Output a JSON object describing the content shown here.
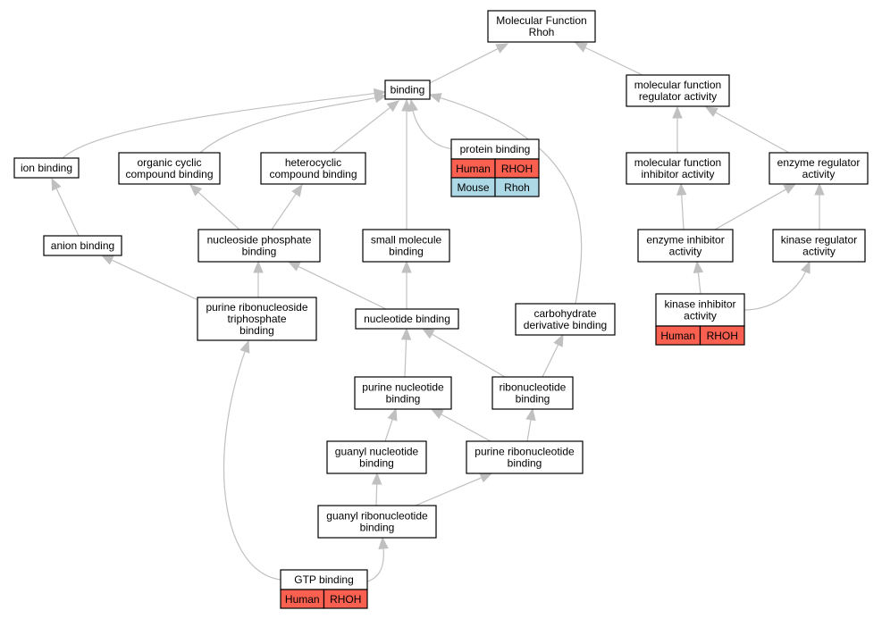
{
  "colors": {
    "human": "#f96050",
    "mouse": "#add8e6",
    "edge": "#c0c0c0"
  },
  "nodes": {
    "mf_root": {
      "lines": [
        "Molecular Function",
        "Rhoh"
      ]
    },
    "binding": {
      "lines": [
        "binding"
      ]
    },
    "mf_regulator": {
      "lines": [
        "molecular function",
        "regulator activity"
      ]
    },
    "ion_binding": {
      "lines": [
        "ion binding"
      ]
    },
    "organic_cyclic": {
      "lines": [
        "organic cyclic",
        "compound binding"
      ]
    },
    "heterocyclic": {
      "lines": [
        "heterocyclic",
        "compound binding"
      ]
    },
    "protein_binding": {
      "lines": [
        "protein binding"
      ],
      "rows": [
        {
          "species": "Human",
          "gene": "RHOH",
          "color": "human"
        },
        {
          "species": "Mouse",
          "gene": "Rhoh",
          "color": "mouse"
        }
      ]
    },
    "mf_inhibitor": {
      "lines": [
        "molecular function",
        "inhibitor activity"
      ]
    },
    "enzyme_regulator": {
      "lines": [
        "enzyme regulator",
        "activity"
      ]
    },
    "anion_binding": {
      "lines": [
        "anion binding"
      ]
    },
    "nucleoside_phosphate": {
      "lines": [
        "nucleoside phosphate",
        "binding"
      ]
    },
    "small_molecule": {
      "lines": [
        "small molecule",
        "binding"
      ]
    },
    "enzyme_inhibitor": {
      "lines": [
        "enzyme inhibitor",
        "activity"
      ]
    },
    "kinase_regulator": {
      "lines": [
        "kinase regulator",
        "activity"
      ]
    },
    "purine_ribonucleoside_tp": {
      "lines": [
        "purine ribonucleoside",
        "triphosphate",
        "binding"
      ]
    },
    "nucleotide_binding": {
      "lines": [
        "nucleotide binding"
      ]
    },
    "carbohydrate_derivative": {
      "lines": [
        "carbohydrate",
        "derivative binding"
      ]
    },
    "kinase_inhibitor": {
      "lines": [
        "kinase inhibitor",
        "activity"
      ],
      "rows": [
        {
          "species": "Human",
          "gene": "RHOH",
          "color": "human"
        }
      ]
    },
    "purine_nucleotide": {
      "lines": [
        "purine nucleotide",
        "binding"
      ]
    },
    "ribonucleotide": {
      "lines": [
        "ribonucleotide",
        "binding"
      ]
    },
    "guanyl_nucleotide": {
      "lines": [
        "guanyl nucleotide",
        "binding"
      ]
    },
    "purine_ribonucleotide": {
      "lines": [
        "purine ribonucleotide",
        "binding"
      ]
    },
    "guanyl_ribonucleotide": {
      "lines": [
        "guanyl ribonucleotide",
        "binding"
      ]
    },
    "gtp_binding": {
      "lines": [
        "GTP binding"
      ],
      "rows": [
        {
          "species": "Human",
          "gene": "RHOH",
          "color": "human"
        }
      ]
    }
  },
  "edges": [
    {
      "from": "binding",
      "to": "mf_root"
    },
    {
      "from": "mf_regulator",
      "to": "mf_root"
    },
    {
      "from": "ion_binding",
      "to": "binding"
    },
    {
      "from": "organic_cyclic",
      "to": "binding"
    },
    {
      "from": "heterocyclic",
      "to": "binding"
    },
    {
      "from": "small_molecule",
      "to": "binding"
    },
    {
      "from": "protein_binding",
      "to": "binding"
    },
    {
      "from": "carbohydrate_derivative",
      "to": "binding"
    },
    {
      "from": "mf_inhibitor",
      "to": "mf_regulator"
    },
    {
      "from": "enzyme_regulator",
      "to": "mf_regulator"
    },
    {
      "from": "anion_binding",
      "to": "ion_binding"
    },
    {
      "from": "nucleoside_phosphate",
      "to": "organic_cyclic"
    },
    {
      "from": "nucleoside_phosphate",
      "to": "heterocyclic"
    },
    {
      "from": "enzyme_inhibitor",
      "to": "mf_inhibitor"
    },
    {
      "from": "enzyme_inhibitor",
      "to": "enzyme_regulator"
    },
    {
      "from": "kinase_regulator",
      "to": "enzyme_regulator"
    },
    {
      "from": "purine_ribonucleoside_tp",
      "to": "anion_binding"
    },
    {
      "from": "purine_ribonucleoside_tp",
      "to": "nucleoside_phosphate"
    },
    {
      "from": "nucleotide_binding",
      "to": "nucleoside_phosphate"
    },
    {
      "from": "nucleotide_binding",
      "to": "small_molecule"
    },
    {
      "from": "kinase_inhibitor",
      "to": "enzyme_inhibitor"
    },
    {
      "from": "kinase_inhibitor",
      "to": "kinase_regulator"
    },
    {
      "from": "purine_nucleotide",
      "to": "nucleotide_binding"
    },
    {
      "from": "ribonucleotide",
      "to": "nucleotide_binding"
    },
    {
      "from": "ribonucleotide",
      "to": "carbohydrate_derivative"
    },
    {
      "from": "guanyl_nucleotide",
      "to": "purine_nucleotide"
    },
    {
      "from": "purine_ribonucleotide",
      "to": "purine_nucleotide"
    },
    {
      "from": "purine_ribonucleotide",
      "to": "ribonucleotide"
    },
    {
      "from": "guanyl_ribonucleotide",
      "to": "guanyl_nucleotide"
    },
    {
      "from": "guanyl_ribonucleotide",
      "to": "purine_ribonucleotide"
    },
    {
      "from": "gtp_binding",
      "to": "guanyl_ribonucleotide"
    },
    {
      "from": "gtp_binding",
      "to": "purine_ribonucleoside_tp"
    }
  ]
}
